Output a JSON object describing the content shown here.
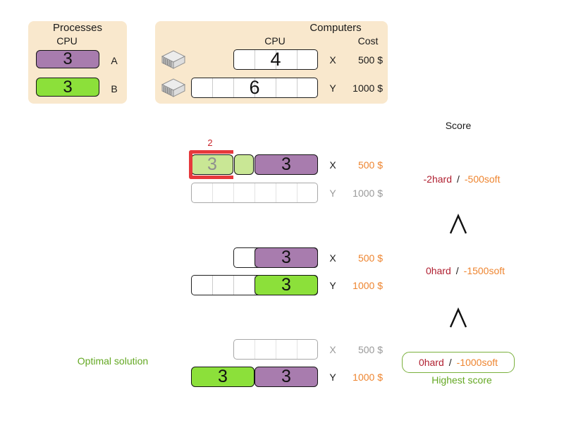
{
  "processes_panel": {
    "title": "Processes",
    "cpu_header": "CPU",
    "processes": [
      {
        "name": "A",
        "cpu": "3"
      },
      {
        "name": "B",
        "cpu": "3"
      }
    ]
  },
  "computers_panel": {
    "title": "Computers",
    "cpu_header": "CPU",
    "cost_header": "Cost",
    "computers": [
      {
        "name": "X",
        "capacity": "4",
        "cost": "500 $"
      },
      {
        "name": "Y",
        "capacity": "6",
        "cost": "1000 $"
      }
    ]
  },
  "score_header": "Score",
  "solutions": [
    {
      "overload": "2",
      "x_label": "X",
      "x_cost": "500 $",
      "y_label": "Y",
      "y_cost": "1000 $",
      "seg_b_value": "3",
      "seg_a_value": "3",
      "score_hard": "-2hard",
      "score_sep": "/",
      "score_soft": "-500soft"
    },
    {
      "x_label": "X",
      "x_cost": "500 $",
      "y_label": "Y",
      "y_cost": "1000 $",
      "seg_a_value": "3",
      "seg_b_value": "3",
      "score_hard": "0hard",
      "score_sep": "/",
      "score_soft": "-1500soft"
    },
    {
      "optimal_label": "Optimal solution",
      "x_label": "X",
      "x_cost": "500 $",
      "y_label": "Y",
      "y_cost": "1000 $",
      "seg_b_value": "3",
      "seg_a_value": "3",
      "score_hard": "0hard",
      "score_sep": "/",
      "score_soft": "-1000soft",
      "highest_score_label": "Highest score"
    }
  ],
  "colors": {
    "panel_background": "#f9e8cd",
    "process_a_purple": "#a87cae",
    "process_b_green": "#8ce03a",
    "process_b_light_green": "#c9e795",
    "hard_score_red": "#b02031",
    "soft_score_orange": "#ee8530",
    "overload_red": "#e6393c",
    "optimal_green": "#64a823",
    "inactive_gray": "#9a9a9a"
  }
}
